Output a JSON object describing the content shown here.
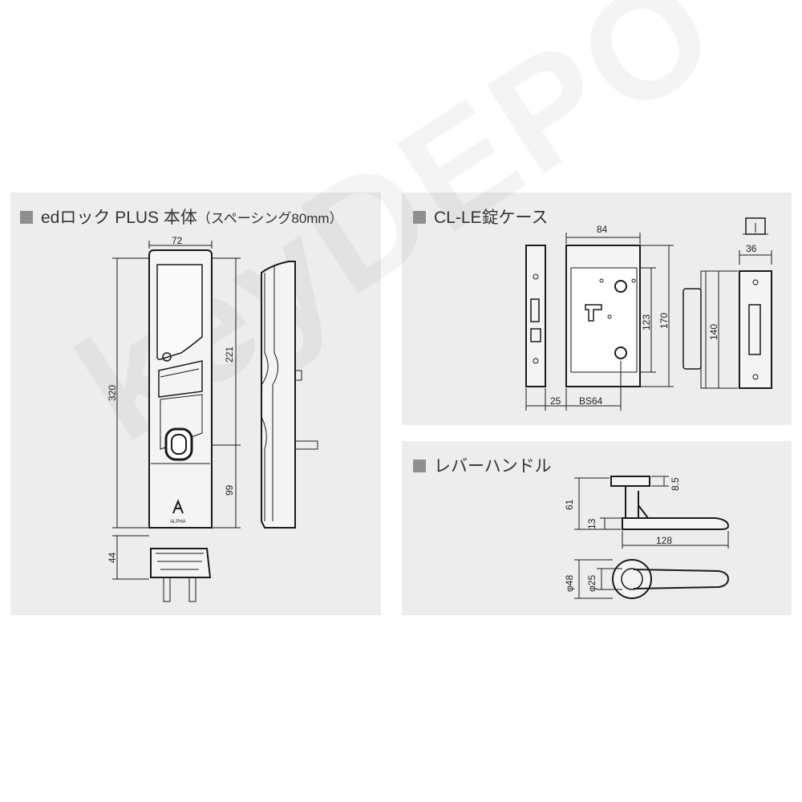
{
  "panels": {
    "edlock": {
      "title": "edロック PLUS 本体",
      "subtitle": "（スペーシング80mm）",
      "dims": {
        "width": "72",
        "height": "320",
        "upper": "221",
        "lower": "99",
        "depth": "44"
      },
      "logo_text": "ALPHA"
    },
    "case": {
      "title": "CL-LE錠ケース",
      "dims": {
        "width": "84",
        "h170": "170",
        "h123": "123",
        "offset": "25",
        "backset": "BS64",
        "h140": "140",
        "strike_width": "36"
      }
    },
    "lever": {
      "title": "レバーハンドル",
      "dims": {
        "rose_thickness": "8.5",
        "height": "61",
        "gap": "13",
        "length": "128",
        "rose_dia": "φ48",
        "inner_dia": "φ25"
      }
    }
  },
  "watermark": "keyDEPO",
  "colors": {
    "panel_bg": "#ededed",
    "line": "#1a1a1a",
    "square": "#8f8f8f"
  }
}
